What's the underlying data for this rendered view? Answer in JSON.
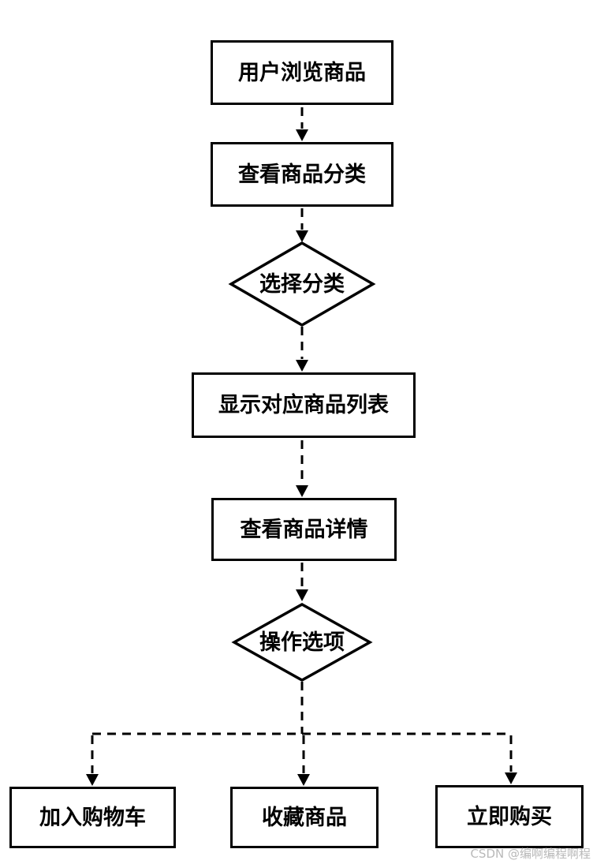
{
  "diagram": {
    "type": "flowchart",
    "nodes": [
      {
        "id": "browse-products",
        "shape": "rectangle",
        "label": "用户浏览商品"
      },
      {
        "id": "view-categories",
        "shape": "rectangle",
        "label": "查看商品分类"
      },
      {
        "id": "select-category",
        "shape": "diamond",
        "label": "选择分类"
      },
      {
        "id": "product-list",
        "shape": "rectangle",
        "label": "显示对应商品列表"
      },
      {
        "id": "product-detail",
        "shape": "rectangle",
        "label": "查看商品详情"
      },
      {
        "id": "action-options",
        "shape": "diamond",
        "label": "操作选项"
      },
      {
        "id": "add-to-cart",
        "shape": "rectangle",
        "label": "加入购物车"
      },
      {
        "id": "favorite-product",
        "shape": "rectangle",
        "label": "收藏商品"
      },
      {
        "id": "buy-now",
        "shape": "rectangle",
        "label": "立即购买"
      }
    ],
    "edges": [
      {
        "from": "browse-products",
        "to": "view-categories"
      },
      {
        "from": "view-categories",
        "to": "select-category"
      },
      {
        "from": "select-category",
        "to": "product-list"
      },
      {
        "from": "product-list",
        "to": "product-detail"
      },
      {
        "from": "product-detail",
        "to": "action-options"
      },
      {
        "from": "action-options",
        "to": "add-to-cart"
      },
      {
        "from": "action-options",
        "to": "favorite-product"
      },
      {
        "from": "action-options",
        "to": "buy-now"
      }
    ],
    "colors": {
      "stroke": "#000000",
      "node_fill": "#ffffff",
      "watermark": "#b9b9b9"
    },
    "watermark": "CSDN @编啊编程啊程"
  }
}
